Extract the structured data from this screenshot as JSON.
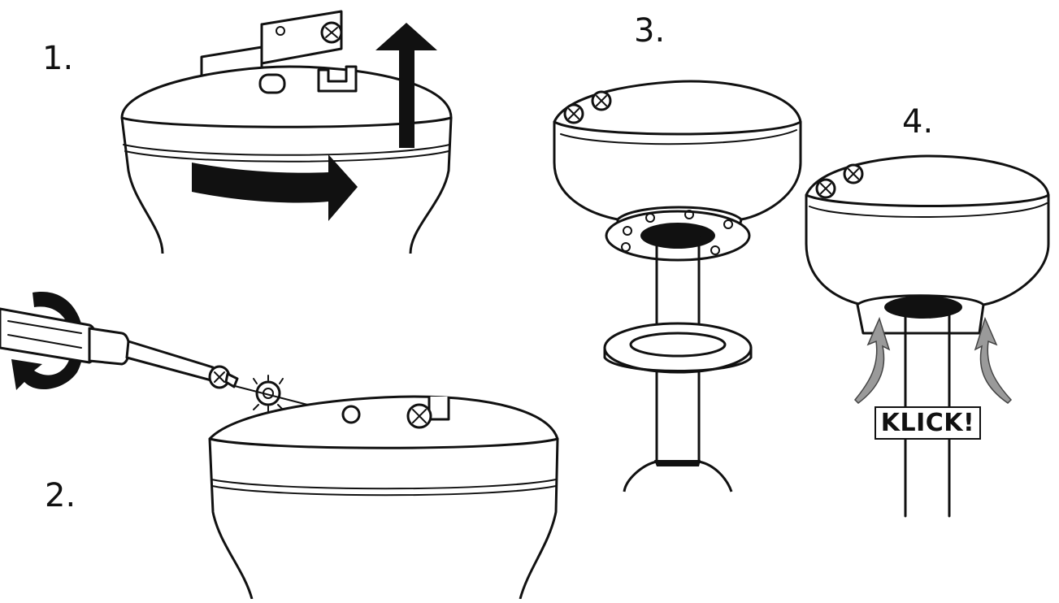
{
  "steps": [
    {
      "id": 1,
      "label": "1."
    },
    {
      "id": 2,
      "label": "2."
    },
    {
      "id": 3,
      "label": "3."
    },
    {
      "id": 4,
      "label": "4."
    }
  ],
  "callout": {
    "text": "KLICK!"
  },
  "colors": {
    "line": "#111111",
    "background": "#ffffff",
    "arrow_solid": "#111111",
    "arrow_gray": "#9a9a9a"
  }
}
